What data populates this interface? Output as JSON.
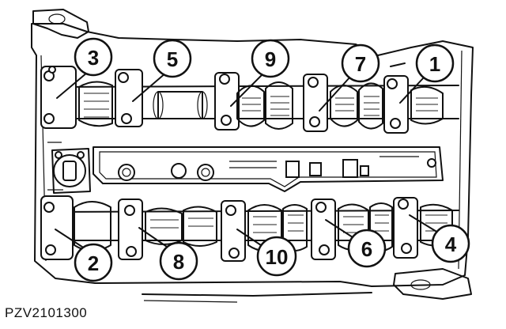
{
  "figure_code": "PZV2101300",
  "callouts": [
    {
      "label": "1"
    },
    {
      "label": "2"
    },
    {
      "label": "3"
    },
    {
      "label": "4"
    },
    {
      "label": "5"
    },
    {
      "label": "6"
    },
    {
      "label": "7"
    },
    {
      "label": "8"
    },
    {
      "label": "9"
    },
    {
      "label": "10"
    }
  ]
}
